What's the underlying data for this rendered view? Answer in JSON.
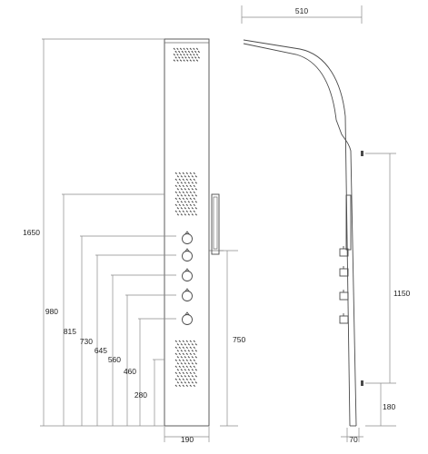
{
  "drawing": {
    "front_view": {
      "heights": [
        {
          "id": "total",
          "label": "1650"
        },
        {
          "id": "h980",
          "label": "980"
        },
        {
          "id": "h815",
          "label": "815"
        },
        {
          "id": "h730",
          "label": "730"
        },
        {
          "id": "h645",
          "label": "645"
        },
        {
          "id": "h560",
          "label": "560"
        },
        {
          "id": "h460",
          "label": "460"
        },
        {
          "id": "h280",
          "label": "280"
        }
      ],
      "width_label": "190",
      "handshower_height_label": "750"
    },
    "side_view": {
      "arm_reach_label": "510",
      "depth_label": "70",
      "bracket_spacing_label": "1150",
      "bottom_bracket_label": "180"
    },
    "colors": {
      "outline": "#4a4a4a",
      "dimension": "#8a8a8a",
      "text": "#222222"
    }
  }
}
